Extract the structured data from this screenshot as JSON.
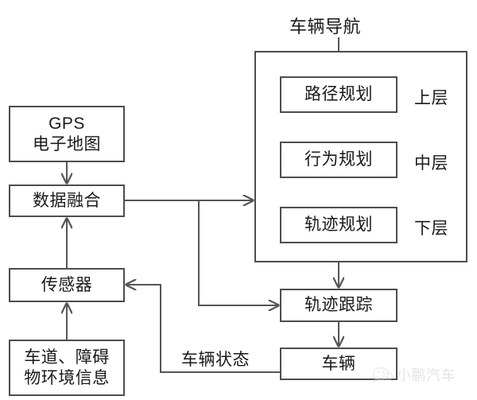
{
  "diagram": {
    "title": "车辆导航",
    "nodes": {
      "gps": {
        "line_1": "GPS",
        "line_2": "电子地图"
      },
      "fusion": {
        "label": "数据融合"
      },
      "sensor": {
        "label": "传感器"
      },
      "environment": {
        "line_1": "车道、障碍",
        "line_2": "物环境信息"
      },
      "path_planning": {
        "label": "路径规划"
      },
      "behavior_planning": {
        "label": "行为规划"
      },
      "trajectory_planning": {
        "label": "轨迹规划"
      },
      "trajectory_tracking": {
        "label": "轨迹跟踪"
      },
      "vehicle": {
        "label": "车辆"
      }
    },
    "layer_labels": {
      "upper": "上层",
      "middle": "中层",
      "lower": "下层"
    },
    "edge_labels": {
      "vehicle_state": "车辆状态"
    },
    "colors": {
      "border": "#4d4d4d",
      "text": "#1a1a1a",
      "background": "#ffffff",
      "connector": "#555555",
      "watermark": "#cfcfcf"
    }
  },
  "watermark": {
    "text": "小鹏汽车",
    "logo_name": "xpeng-wechat-logo"
  }
}
